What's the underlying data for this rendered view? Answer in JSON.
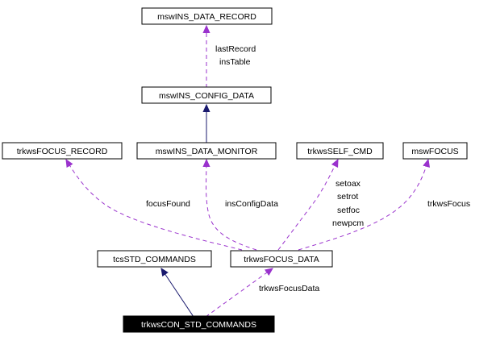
{
  "colors": {
    "inheritance_edge": "#1a1a6e",
    "usage_edge": "#9a32cd",
    "focus_node_fill": "#000000",
    "focus_node_text": "#ffffff"
  },
  "nodes": {
    "data_record": "mswINS_DATA_RECORD",
    "config_data": "mswINS_CONFIG_DATA",
    "focus_record": "trkwsFOCUS_RECORD",
    "data_monitor": "mswINS_DATA_MONITOR",
    "self_cmd": "trkwsSELF_CMD",
    "msw_focus": "mswFOCUS",
    "std_commands": "tcsSTD_COMMANDS",
    "focus_data": "trkwsFOCUS_DATA",
    "con_std_commands": "trkwsCON_STD_COMMANDS"
  },
  "edge_labels": {
    "last_record": "lastRecord",
    "ins_table": "insTable",
    "focus_found": "focusFound",
    "ins_config_data": "insConfigData",
    "setoax": "setoax",
    "setrot": "setrot",
    "setfoc": "setfoc",
    "newpcm": "newpcm",
    "trkws_focus": "trkwsFocus",
    "trkws_focus_data": "trkwsFocusData"
  }
}
